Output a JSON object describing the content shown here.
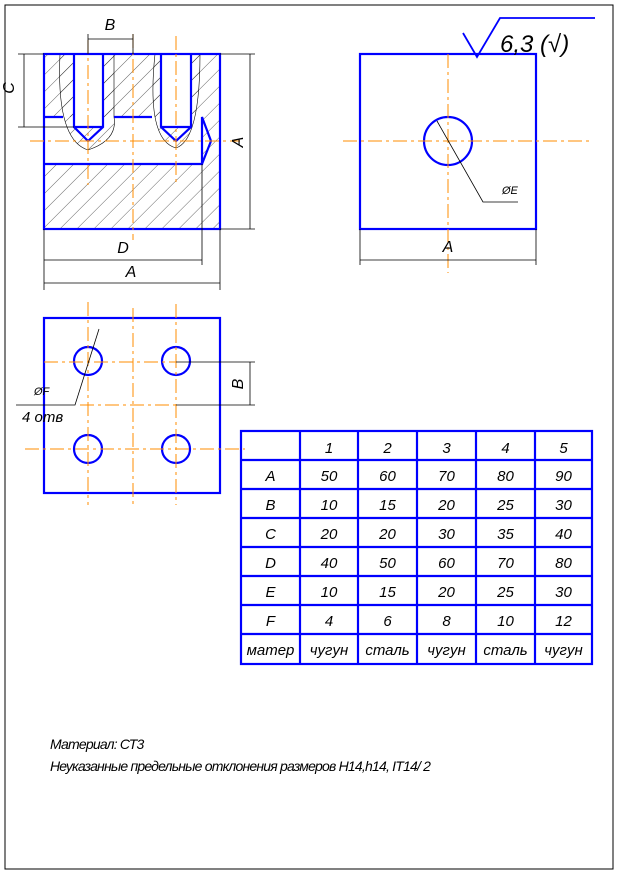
{
  "drawing": {
    "front_view": {
      "dim_b": "B",
      "dim_c": "C",
      "dim_a_vertical": "A",
      "dim_d": "D",
      "dim_a_horizontal": "A"
    },
    "side_view": {
      "roughness": "6,3 (√)",
      "hole_label": "ØE",
      "dim_a": "A"
    },
    "top_view": {
      "hole_label": "ØF",
      "hole_count": "4 отв",
      "dim_b": "B"
    },
    "table": {
      "columns": [
        "",
        "1",
        "2",
        "3",
        "4",
        "5"
      ],
      "rows": [
        {
          "label": "A",
          "values": [
            "50",
            "60",
            "70",
            "80",
            "90"
          ]
        },
        {
          "label": "B",
          "values": [
            "10",
            "15",
            "20",
            "25",
            "30"
          ]
        },
        {
          "label": "C",
          "values": [
            "20",
            "20",
            "30",
            "35",
            "40"
          ]
        },
        {
          "label": "D",
          "values": [
            "40",
            "50",
            "60",
            "70",
            "80"
          ]
        },
        {
          "label": "E",
          "values": [
            "10",
            "15",
            "20",
            "25",
            "30"
          ]
        },
        {
          "label": "F",
          "values": [
            "4",
            "6",
            "8",
            "10",
            "12"
          ]
        },
        {
          "label": "матер",
          "values": [
            "чугун",
            "сталь",
            "чугун",
            "сталь",
            "чугун"
          ]
        }
      ]
    },
    "notes": [
      "Материал: СТ3",
      "Неуказанные предельные отклонения размеров H14,h14, IT14/ 2"
    ]
  },
  "colors": {
    "outline": "#0000ff",
    "centerline": "#ff8c00",
    "dimension": "#000000"
  }
}
